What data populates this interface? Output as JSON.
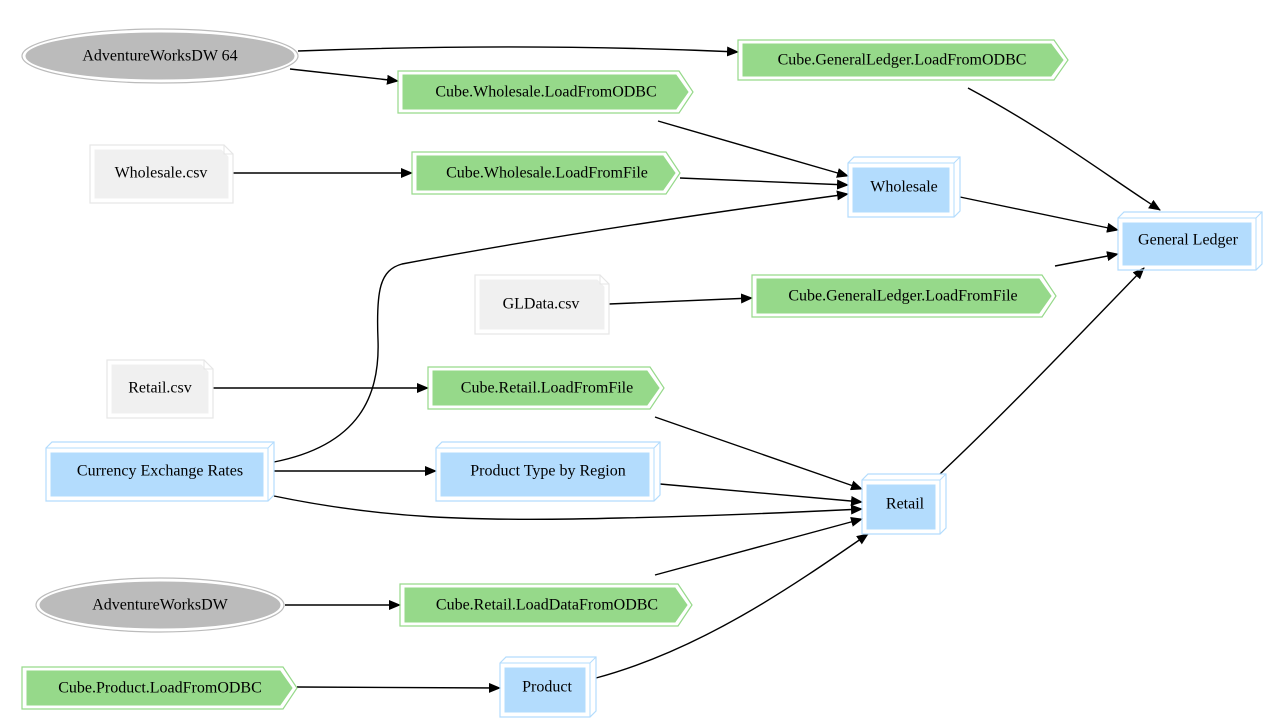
{
  "colors": {
    "cube": "#b3dcfd",
    "cube_border": "#b3dcfd",
    "process": "#96d98a",
    "process_border": "#96d98a",
    "file": "#f0f0f0",
    "file_border": "#e6e6e6",
    "datasource": "#bbbbbb",
    "datasource_border": "#bbbbbb",
    "edge": "#000000"
  },
  "nodes": {
    "adventureworksdw64": {
      "label": "AdventureWorksDW 64",
      "kind": "datasource"
    },
    "adventureworksdw": {
      "label": "AdventureWorksDW",
      "kind": "datasource"
    },
    "wholesale_csv": {
      "label": "Wholesale.csv",
      "kind": "file"
    },
    "gldata_csv": {
      "label": "GLData.csv",
      "kind": "file"
    },
    "retail_csv": {
      "label": "Retail.csv",
      "kind": "file"
    },
    "gl_load_odbc": {
      "label": "Cube.GeneralLedger.LoadFromODBC",
      "kind": "process"
    },
    "wholesale_load_odbc": {
      "label": "Cube.Wholesale.LoadFromODBC",
      "kind": "process"
    },
    "wholesale_load_file": {
      "label": "Cube.Wholesale.LoadFromFile",
      "kind": "process"
    },
    "gl_load_file": {
      "label": "Cube.GeneralLedger.LoadFromFile",
      "kind": "process"
    },
    "retail_load_file": {
      "label": "Cube.Retail.LoadFromFile",
      "kind": "process"
    },
    "retail_load_odbc": {
      "label": "Cube.Retail.LoadDataFromODBC",
      "kind": "process"
    },
    "product_load_odbc": {
      "label": "Cube.Product.LoadFromODBC",
      "kind": "process"
    },
    "wholesale": {
      "label": "Wholesale",
      "kind": "cube"
    },
    "general_ledger": {
      "label": "General Ledger",
      "kind": "cube"
    },
    "currency_exchange_rates": {
      "label": "Currency Exchange Rates",
      "kind": "cube"
    },
    "product_type_by_region": {
      "label": "Product Type by Region",
      "kind": "cube"
    },
    "retail": {
      "label": "Retail",
      "kind": "cube"
    },
    "product": {
      "label": "Product",
      "kind": "cube"
    }
  },
  "edges": [
    {
      "from": "adventureworksdw64",
      "to": "gl_load_odbc"
    },
    {
      "from": "adventureworksdw64",
      "to": "wholesale_load_odbc"
    },
    {
      "from": "gl_load_odbc",
      "to": "general_ledger"
    },
    {
      "from": "wholesale_load_odbc",
      "to": "wholesale"
    },
    {
      "from": "wholesale_csv",
      "to": "wholesale_load_file"
    },
    {
      "from": "wholesale_load_file",
      "to": "wholesale"
    },
    {
      "from": "currency_exchange_rates",
      "to": "wholesale"
    },
    {
      "from": "wholesale",
      "to": "general_ledger"
    },
    {
      "from": "gldata_csv",
      "to": "gl_load_file"
    },
    {
      "from": "gl_load_file",
      "to": "general_ledger"
    },
    {
      "from": "retail_csv",
      "to": "retail_load_file"
    },
    {
      "from": "retail_load_file",
      "to": "retail"
    },
    {
      "from": "currency_exchange_rates",
      "to": "product_type_by_region"
    },
    {
      "from": "product_type_by_region",
      "to": "retail"
    },
    {
      "from": "currency_exchange_rates",
      "to": "retail"
    },
    {
      "from": "retail_load_odbc",
      "to": "retail"
    },
    {
      "from": "adventureworksdw",
      "to": "retail_load_odbc"
    },
    {
      "from": "product_load_odbc",
      "to": "product"
    },
    {
      "from": "product",
      "to": "retail"
    },
    {
      "from": "retail",
      "to": "general_ledger"
    }
  ]
}
